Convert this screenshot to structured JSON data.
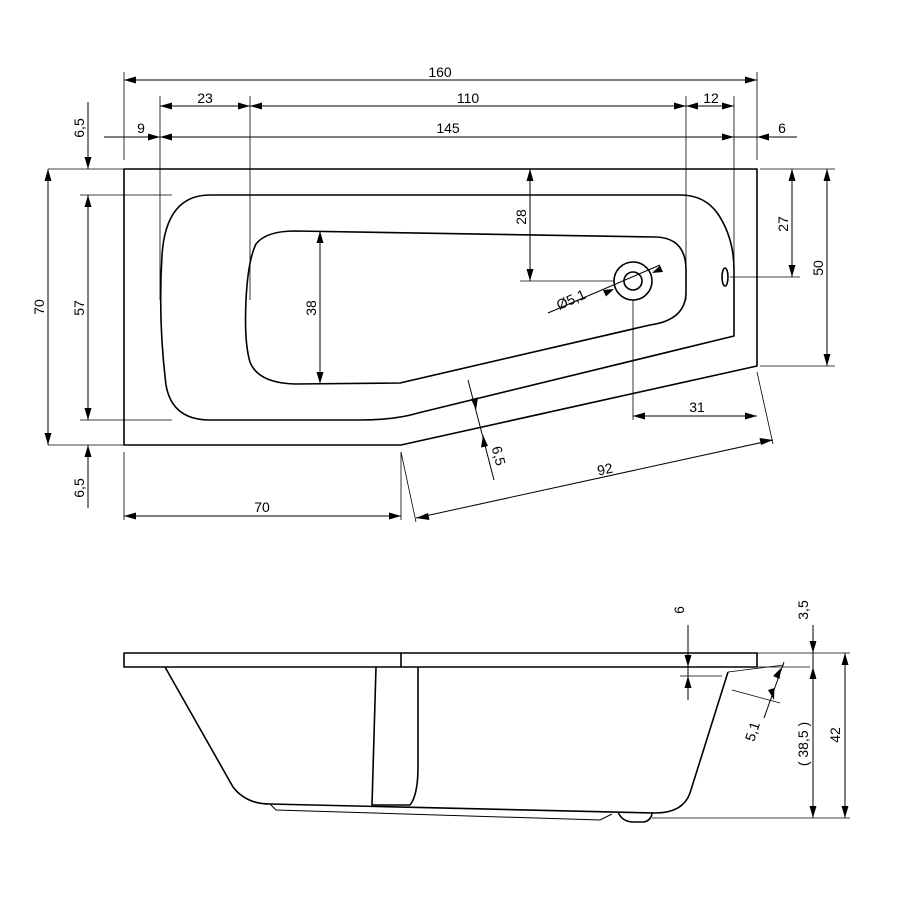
{
  "top_view": {
    "overall_length": "160",
    "offset_left": "23",
    "inner_length": "110",
    "offset_right": "12",
    "margin_top": "6,5",
    "margin_left": "9",
    "basin_length": "145",
    "margin_right": "6",
    "depth_left": "70",
    "basin_width": "57",
    "margin_bottom": "6,5",
    "inner_width": "38",
    "drain_offset_top": "28",
    "drain_diameter": "Ø5,1",
    "right_depth_upper": "27",
    "right_depth": "50",
    "drain_offset_right": "31",
    "rim_width_angled": "6,5",
    "angled_length": "92",
    "bottom_straight": "70"
  },
  "side_view": {
    "rim_recess": "6",
    "rim_thickness": "3,5",
    "overflow_size": "5,1",
    "inner_height": "( 38,5 )",
    "total_height": "42"
  }
}
